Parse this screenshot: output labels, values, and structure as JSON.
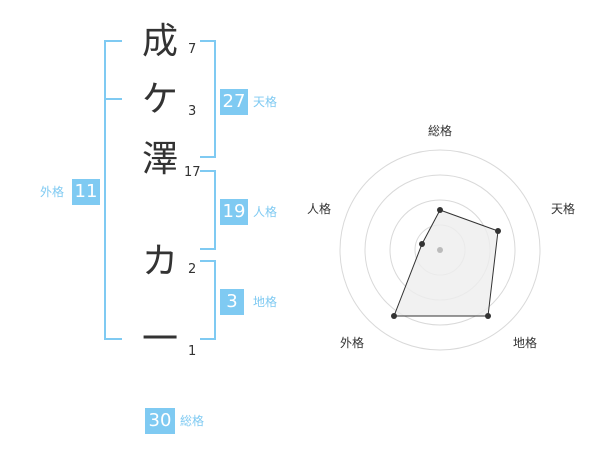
{
  "name_chars": [
    {
      "char": "成",
      "strokes": "7"
    },
    {
      "char": "ケ",
      "strokes": "3"
    },
    {
      "char": "澤",
      "strokes": "17"
    },
    {
      "char": "カ",
      "strokes": "2"
    },
    {
      "char": "一",
      "strokes": "1"
    }
  ],
  "fortunes": {
    "tenkaku": {
      "value": "27",
      "label": "天格"
    },
    "jinkaku": {
      "value": "19",
      "label": "人格"
    },
    "chikaku": {
      "value": "3",
      "label": "地格"
    },
    "gaikaku": {
      "value": "11",
      "label": "外格"
    },
    "soukaku": {
      "value": "30",
      "label": "総格"
    }
  },
  "radar": {
    "labels": {
      "soukaku": "総格",
      "tenkaku": "天格",
      "chikaku": "地格",
      "gaikaku": "外格",
      "jinkaku": "人格"
    },
    "colors": {
      "accent": "#7fcaf2",
      "ring": "#d9d9d9",
      "fill": "#eeeeee",
      "line": "#333333"
    }
  }
}
